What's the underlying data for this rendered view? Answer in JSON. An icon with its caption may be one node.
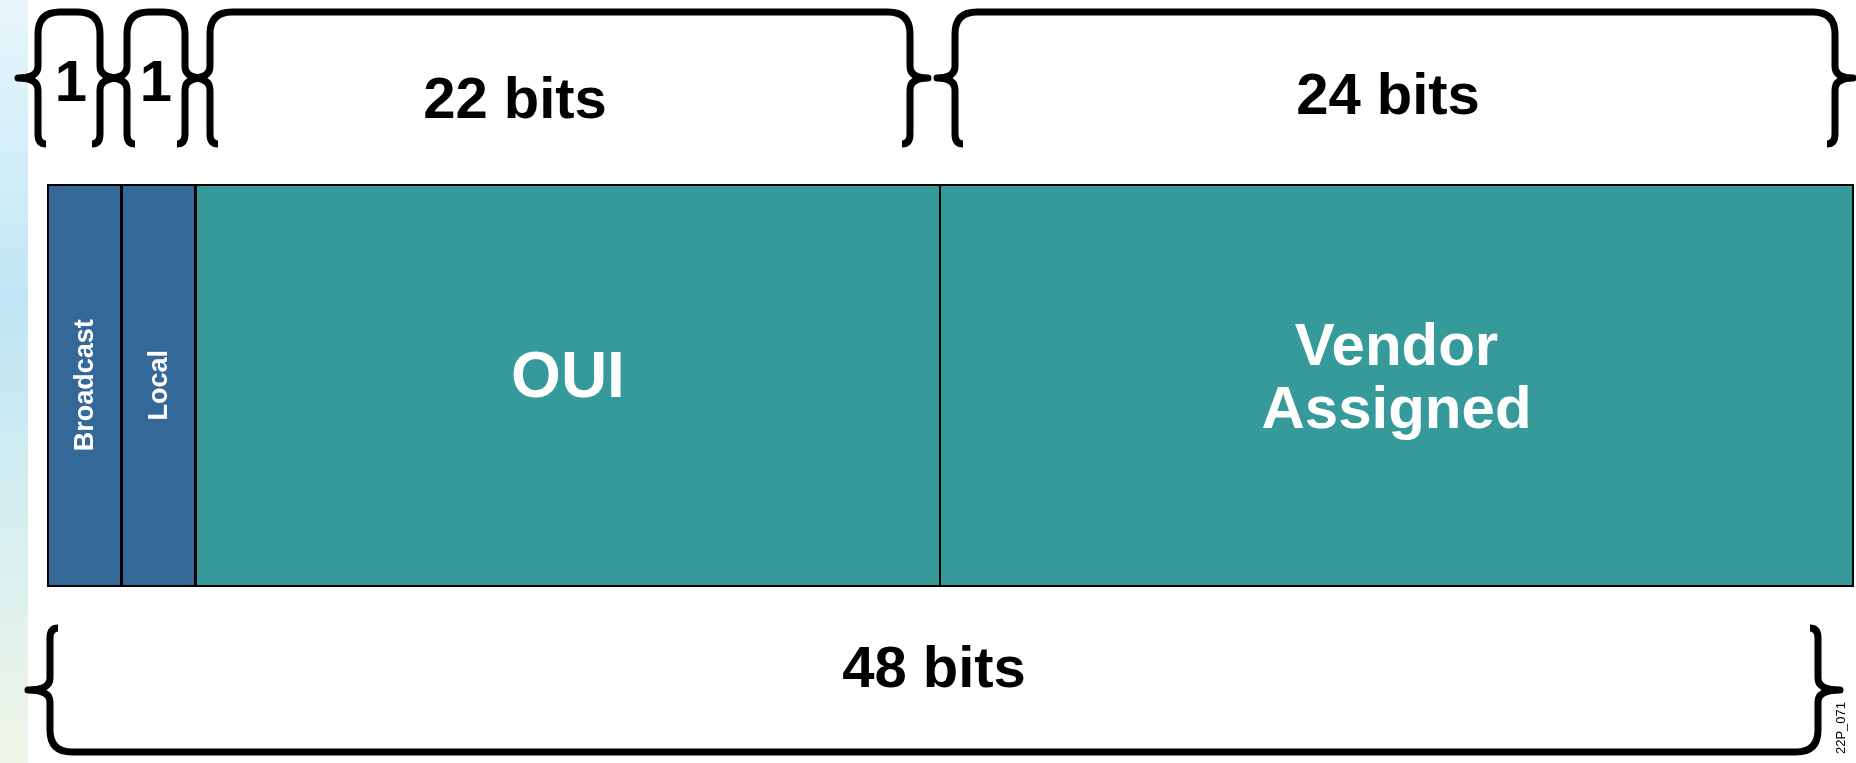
{
  "diagram": {
    "nodes": [
      {
        "text": [
          "Broadcast"
        ]
      },
      {
        "text": [
          "Local"
        ]
      },
      {
        "text": [
          "OUI"
        ]
      },
      {
        "text": [
          "Vendor Assigned"
        ]
      }
    ],
    "labels": [
      "1",
      "1",
      "22 bits",
      "24 bits",
      "48 bits",
      "22P_071"
    ]
  }
}
